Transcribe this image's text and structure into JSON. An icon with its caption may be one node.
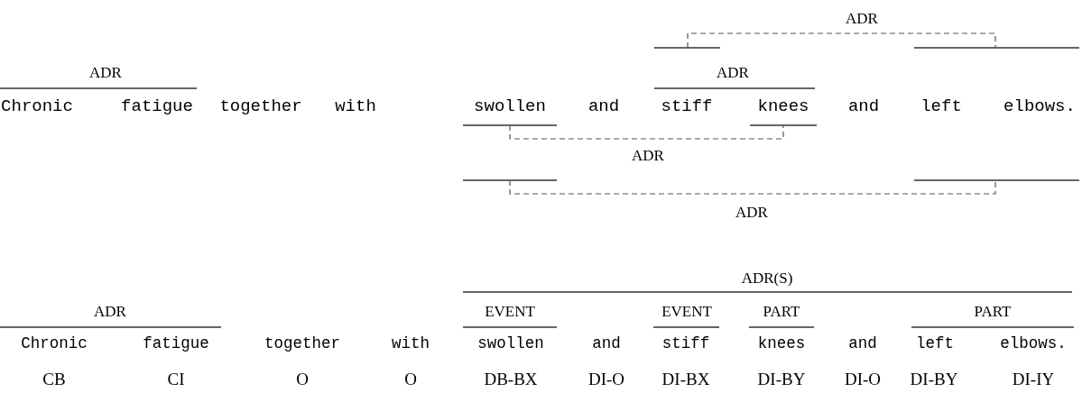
{
  "diagram": {
    "labels": [
      "ADR",
      "ADR",
      "ADR",
      "Chronic",
      "fatigue",
      "together",
      "with",
      "swollen",
      "and",
      "stiff",
      "knees",
      "and",
      "left",
      "elbows.",
      "ADR",
      "ADR",
      "ADR(S)",
      "ADR",
      "EVENT",
      "EVENT",
      "PART",
      "PART",
      "Chronic",
      "fatigue",
      "together",
      "with",
      "swollen",
      "and",
      "stiff",
      "knees",
      "and",
      "left",
      "elbows.",
      "CB",
      "CI",
      "O",
      "O",
      "DB-BX",
      "DI-O",
      "DI-BX",
      "DI-BY",
      "DI-O",
      "DI-BY",
      "DI-IY"
    ]
  }
}
